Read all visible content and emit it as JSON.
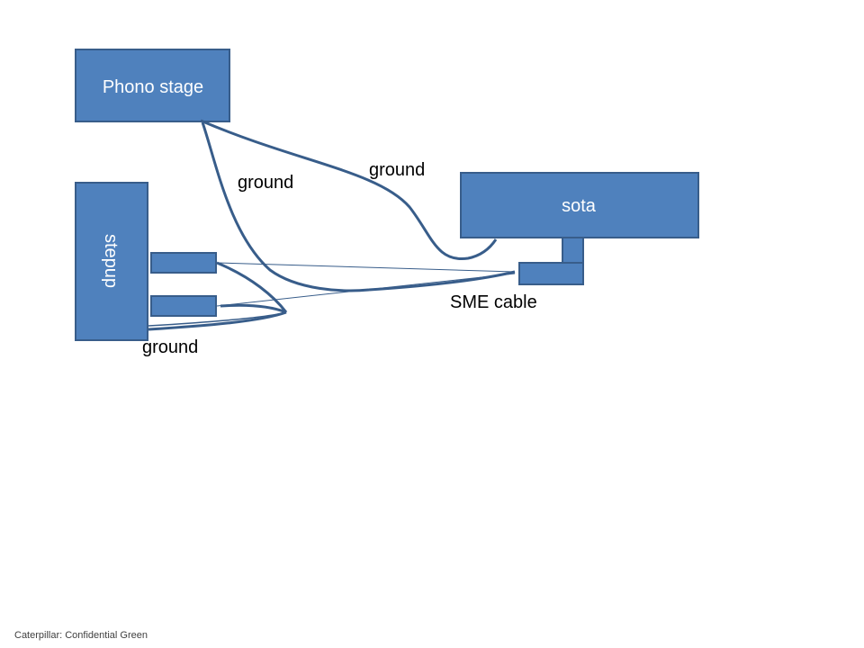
{
  "diagram": {
    "boxes": {
      "phono_stage": "Phono stage",
      "stepup": "stepup",
      "sota": "sota"
    },
    "labels": {
      "ground_left": "ground",
      "ground_top": "ground",
      "ground_bottom": "ground",
      "sme_cable": "SME cable"
    }
  },
  "footer": {
    "classification": "Caterpillar: Confidential Green"
  },
  "colors": {
    "box_fill": "#4F81BD",
    "box_stroke": "#385D8A",
    "wire": "#385D8A",
    "label_text": "#000000"
  }
}
